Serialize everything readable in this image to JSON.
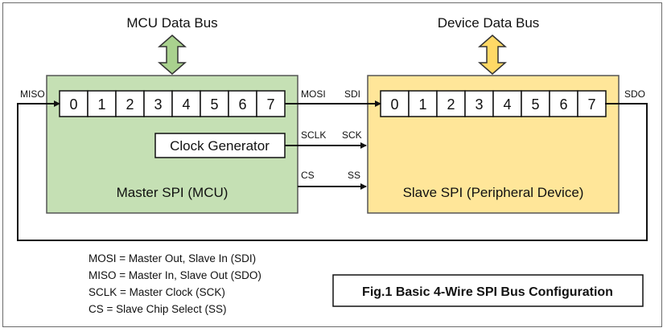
{
  "buses": {
    "mcu_label": "MCU Data Bus",
    "device_label": "Device Data Bus",
    "mcu_color": "#a9d18e",
    "device_color": "#ffd966"
  },
  "master": {
    "label": "Master SPI (MCU)",
    "fill": "#c5e0b4",
    "clock_label": "Clock Generator"
  },
  "slave": {
    "label": "Slave SPI (Peripheral Device)",
    "fill": "#ffe699"
  },
  "register_bits": [
    "0",
    "1",
    "2",
    "3",
    "4",
    "5",
    "6",
    "7"
  ],
  "signals": {
    "miso": "MISO",
    "mosi": "MOSI",
    "sdi": "SDI",
    "sdo": "SDO",
    "sclk": "SCLK",
    "sck": "SCK",
    "cs": "CS",
    "ss": "SS"
  },
  "legend": [
    "MOSI = Master Out, Slave In (SDI)",
    "MISO = Master In, Slave Out (SDO)",
    "SCLK = Master Clock (SCK)",
    "CS = Slave Chip Select (SS)"
  ],
  "caption": "Fig.1  Basic 4-Wire SPI Bus Configuration"
}
